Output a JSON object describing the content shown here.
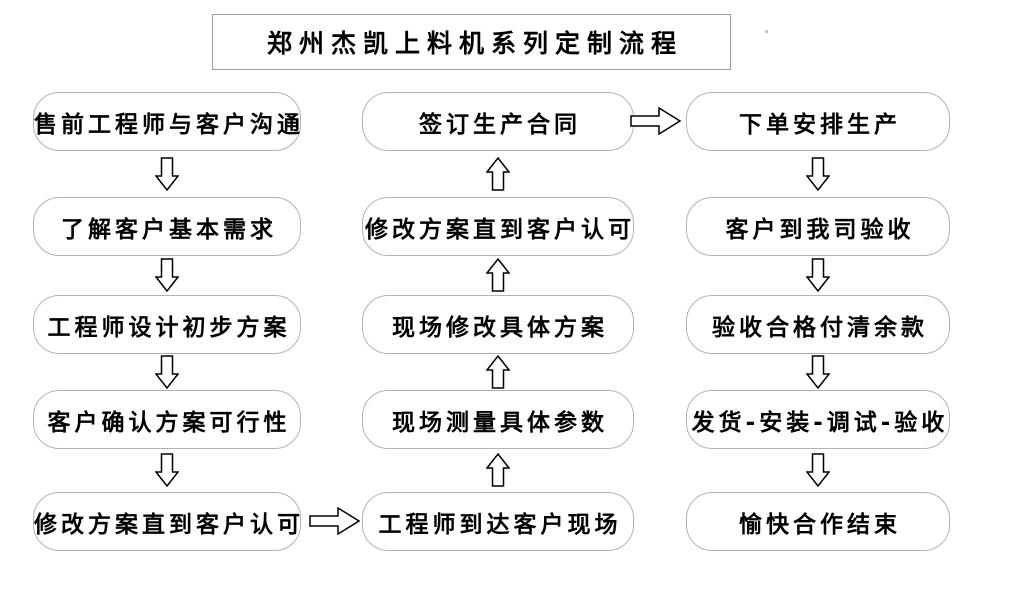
{
  "title": "郑州杰凯上料机系列定制流程",
  "flow": {
    "left": [
      "售前工程师与客户沟通",
      "了解客户基本需求",
      "工程师设计初步方案",
      "客户确认方案可行性",
      "修改方案直到客户认可"
    ],
    "middle": [
      "签订生产合同",
      "修改方案直到客户认可",
      "现场修改具体方案",
      "现场测量具体参数",
      "工程师到达客户现场"
    ],
    "right": [
      "下单安排生产",
      "客户到我司验收",
      "验收合格付清余款",
      "发货-安装-调试-验收",
      "愉快合作结束"
    ]
  },
  "flow_directions": {
    "left_column": "top-to-bottom",
    "middle_column": "bottom-to-top",
    "right_column": "top-to-bottom",
    "left_to_middle": "bottom row, left-to-right",
    "middle_to_right": "top row, left-to-right"
  },
  "colors": {
    "background": "#ffffff",
    "node_border": "#b3b3b3",
    "title_border": "#9a9a9a",
    "text": "#000000",
    "arrow_outline": "#000000",
    "arrow_fill": "#ffffff"
  }
}
